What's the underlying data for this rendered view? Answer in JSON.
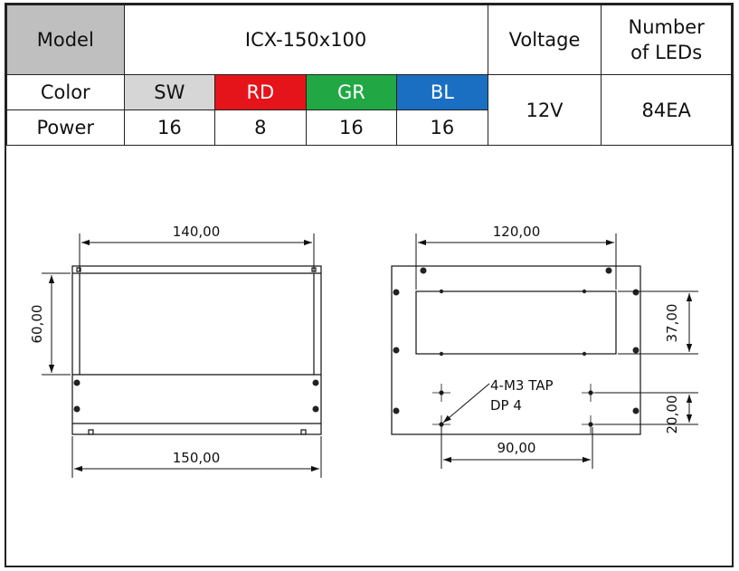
{
  "spec_table": {
    "model_label": "Model",
    "model_value": "ICX-150x100",
    "voltage_label": "Voltage",
    "leds_label_line1": "Number",
    "leds_label_line2": "of LEDs",
    "color_label": "Color",
    "power_label": "Power",
    "colors": [
      "SW",
      "RD",
      "GR",
      "BL"
    ],
    "powers": [
      "16",
      "8",
      "16",
      "16"
    ],
    "voltage_value": "12V",
    "leds_value": "84EA"
  },
  "colors_hex": {
    "header_gray": "#bfbfbf",
    "sw": "#d6d6d6",
    "rd": "#e5141b",
    "gr": "#21a845",
    "bl": "#1a6fc2"
  },
  "drawing": {
    "front_view": {
      "top_width_dim": "140,00",
      "height_dim": "60,00",
      "bottom_width_dim": "150,00"
    },
    "back_view": {
      "top_width_dim": "120,00",
      "right_height_dim": "37,00",
      "right_small_dim": "20,00",
      "tap_note_line1": "4-M3 TAP",
      "tap_note_line2": "DP 4",
      "bottom_width_dim": "90,00"
    }
  }
}
